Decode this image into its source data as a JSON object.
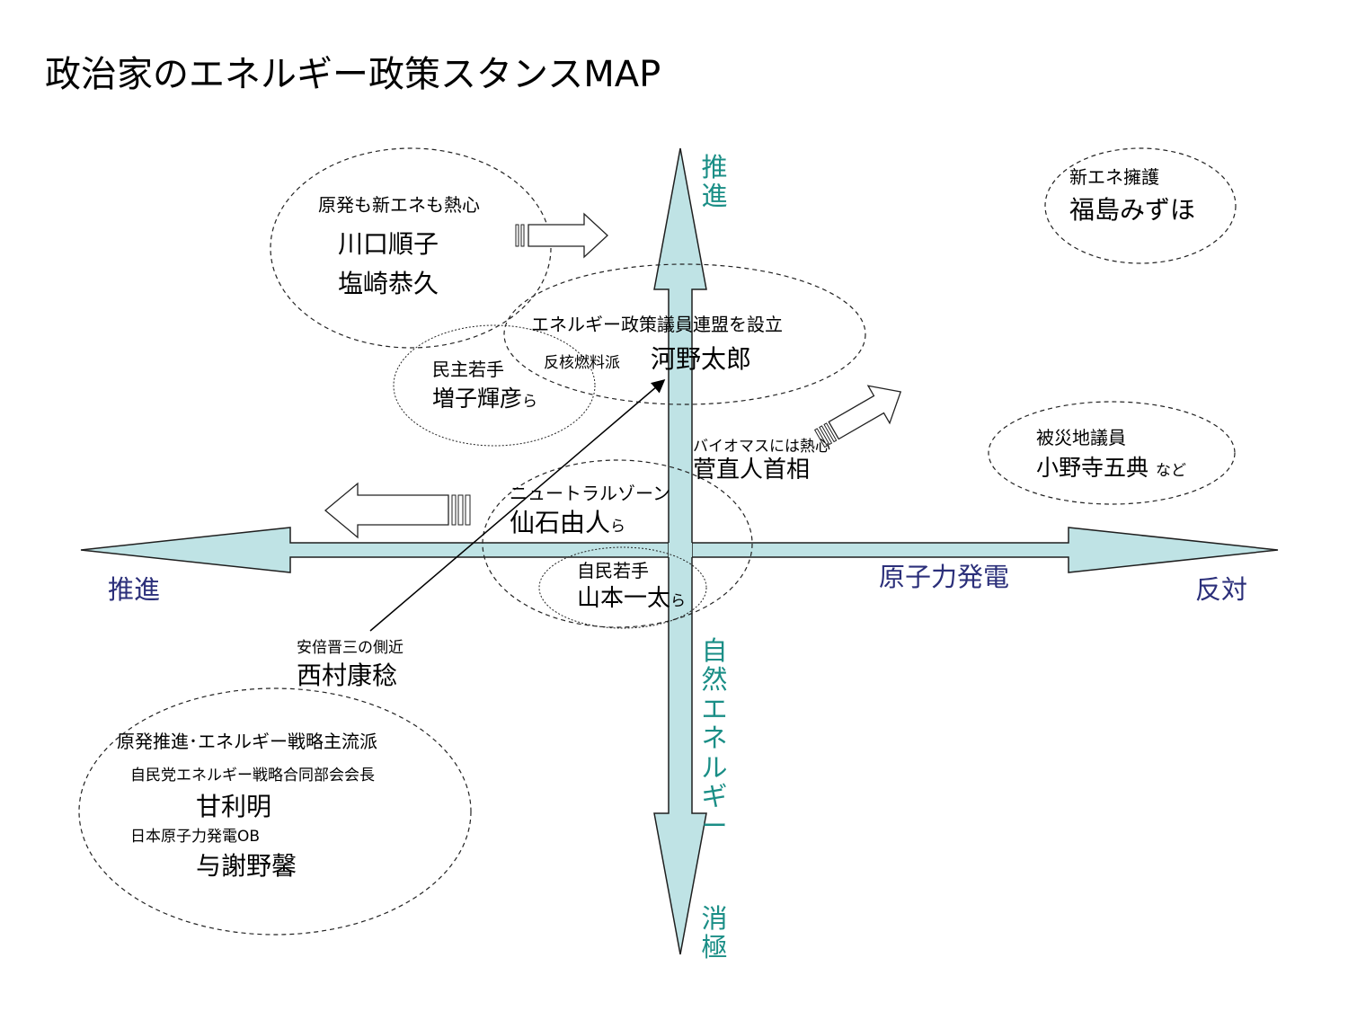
{
  "title": "政治家のエネルギー政策スタンスMAP",
  "axes": {
    "horizontal_label": "原子力発電",
    "left": "推進",
    "right": "反対",
    "vertical_top": "推進",
    "vertical_label": "自然エネルギー",
    "vertical_bottom": "消極"
  },
  "groups": {
    "nuclear_and_new": {
      "caption": "原発も新エネも熱心",
      "members": [
        "川口順子",
        "塩崎恭久"
      ]
    },
    "minshu_young": {
      "caption": "民主若手",
      "member": "増子輝彦",
      "suffix": "ら"
    },
    "caucus": {
      "caption": "エネルギー政策議員連盟を設立",
      "note": "反核燃料派",
      "member": "河野太郎"
    },
    "new_energy": {
      "caption": "新エネ擁護",
      "member": "福島みずほ"
    },
    "disaster": {
      "caption": "被災地議員",
      "member": "小野寺五典",
      "suffix": "など"
    },
    "kan": {
      "caption": "バイオマスには熱心",
      "member": "菅直人首相"
    },
    "neutral": {
      "caption": "ニュートラルゾーン",
      "member": "仙石由人",
      "suffix": "ら"
    },
    "jimin_young": {
      "caption": "自民若手",
      "member": "山本一太",
      "suffix": "ら"
    },
    "nishimura": {
      "caption": "安倍晋三の側近",
      "member": "西村康稔"
    },
    "mainstream": {
      "caption": "原発推進･エネルギー戦略主流派",
      "role1": "自民党エネルギー戦略合同部会会長",
      "member1": "甘利明",
      "role2": "日本原子力発電OB",
      "member2": "与謝野馨"
    }
  },
  "colors": {
    "axis_fill": "#bfe3e5",
    "axis_stroke": "#1f1f1f",
    "horizontal_text": "#2b2f7a",
    "vertical_text": "#1a8e86"
  }
}
